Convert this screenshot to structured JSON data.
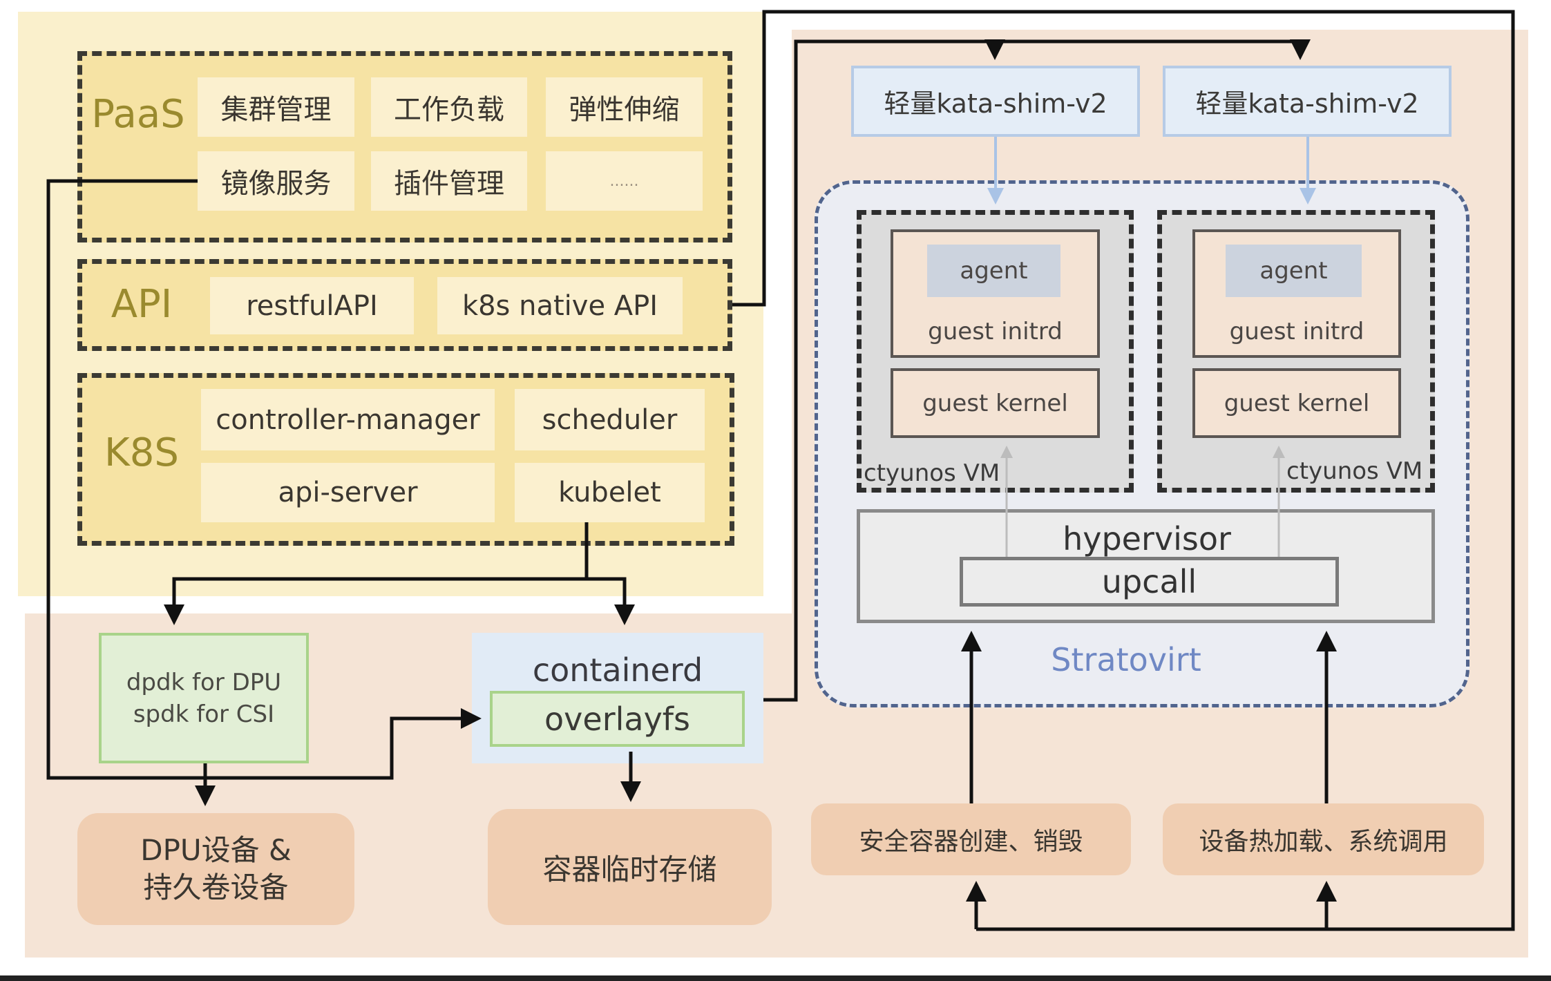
{
  "diagram": {
    "control_plane": {
      "paas": {
        "label": "PaaS",
        "cells": [
          "集群管理",
          "工作负载",
          "弹性伸缩",
          "镜像服务",
          "插件管理",
          "......"
        ]
      },
      "api": {
        "label": "API",
        "cells": [
          "restfulAPI",
          "k8s native API"
        ]
      },
      "k8s": {
        "label": "K8S",
        "cells": [
          "controller-manager",
          "scheduler",
          "api-server",
          "kubelet"
        ]
      }
    },
    "node": {
      "dpdk": [
        "dpdk for DPU",
        "spdk for CSI"
      ],
      "containerd": "containerd",
      "overlayfs": "overlayfs",
      "dpu_device": [
        "DPU设备 &",
        "持久卷设备"
      ],
      "container_storage": "容器临时存储"
    },
    "secure_runtime": {
      "shims": [
        "轻量kata-shim-v2",
        "轻量kata-shim-v2"
      ],
      "vms": [
        {
          "agent": "agent",
          "initrd": "guest initrd",
          "kernel": "guest kernel",
          "label": "ctyunos VM"
        },
        {
          "agent": "agent",
          "initrd": "guest initrd",
          "kernel": "guest kernel",
          "label": "ctyunos VM"
        }
      ],
      "hypervisor": "hypervisor",
      "upcall": "upcall",
      "stratovirt": "Stratovirt",
      "functions": [
        "安全容器创建、销毁",
        "设备热加载、系统调用"
      ]
    },
    "colors": {
      "control_plane_bg": "#faf0cc",
      "node_bg": "#f5e4d6",
      "stratovirt_label": "#6f88c4",
      "connector": "#111111",
      "shim_arrow": "#a9c3e6"
    }
  }
}
